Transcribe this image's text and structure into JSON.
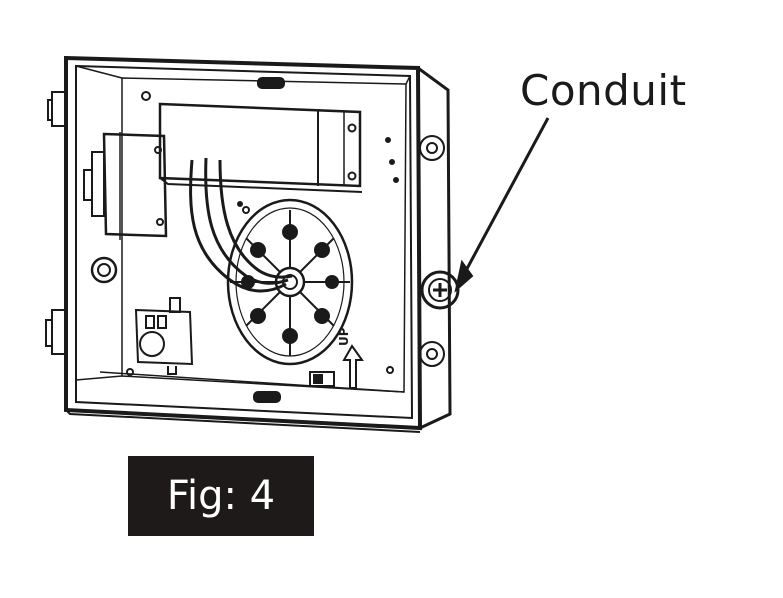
{
  "callout": {
    "label": "Conduit"
  },
  "caption": {
    "text": "Fig: 4"
  },
  "markings": {
    "direction_label": "UP"
  },
  "colors": {
    "line": "#1a1a1a",
    "background": "#ffffff",
    "caption_bg": "#1f1a1a"
  }
}
